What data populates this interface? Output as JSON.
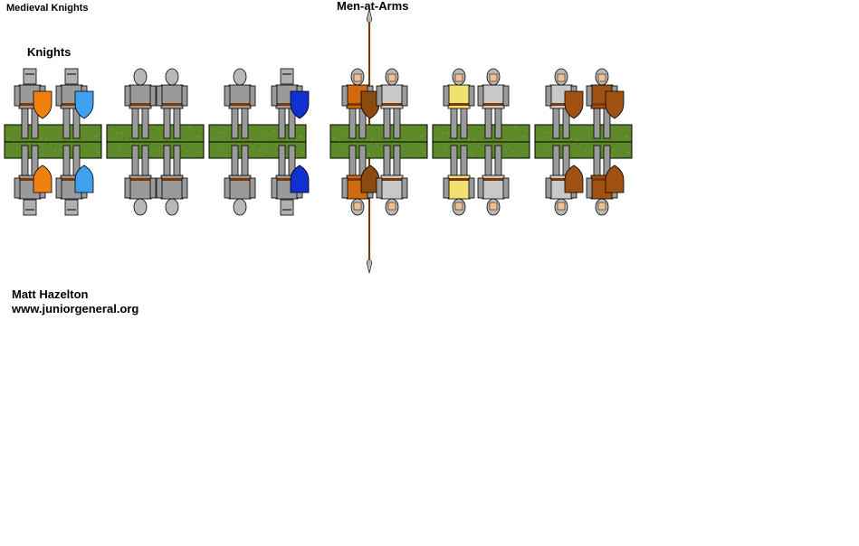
{
  "sheet_title": "Medieval Knights",
  "sections": [
    {
      "label": "Knights"
    },
    {
      "label": "Men-at-Arms"
    }
  ],
  "credits": {
    "author": "Matt Hazelton",
    "website": "www.juniorgeneral.org"
  },
  "colors": {
    "grass": "#5f8a2a",
    "armor": "#9a9a9a",
    "mail": "#c8c8c8",
    "outline": "#000000"
  },
  "figures": [
    {
      "type": "knight",
      "shield": "#f08010",
      "helm": "great"
    },
    {
      "type": "knight",
      "shield": "#40a0f0",
      "helm": "great"
    },
    {
      "type": "knight",
      "shield": null,
      "helm": "sallet"
    },
    {
      "type": "knight",
      "shield": null,
      "helm": "bascinet"
    },
    {
      "type": "knight",
      "shield": null,
      "helm": "bascinet"
    },
    {
      "type": "knight",
      "shield": "#1030d0",
      "helm": "great"
    },
    {
      "type": "man",
      "shield": "#8a4a10",
      "tunic": "#d06a10"
    },
    {
      "type": "man",
      "shield": null,
      "tunic": "#c8c8c8"
    },
    {
      "type": "man",
      "shield": null,
      "tunic": "#f0e070"
    },
    {
      "type": "man",
      "shield": null,
      "tunic": "#c8c8c8"
    },
    {
      "type": "man",
      "shield": "#a05010",
      "tunic": "#c8c8c8"
    },
    {
      "type": "man",
      "shield": "#a05010",
      "tunic": "#a05010"
    }
  ]
}
